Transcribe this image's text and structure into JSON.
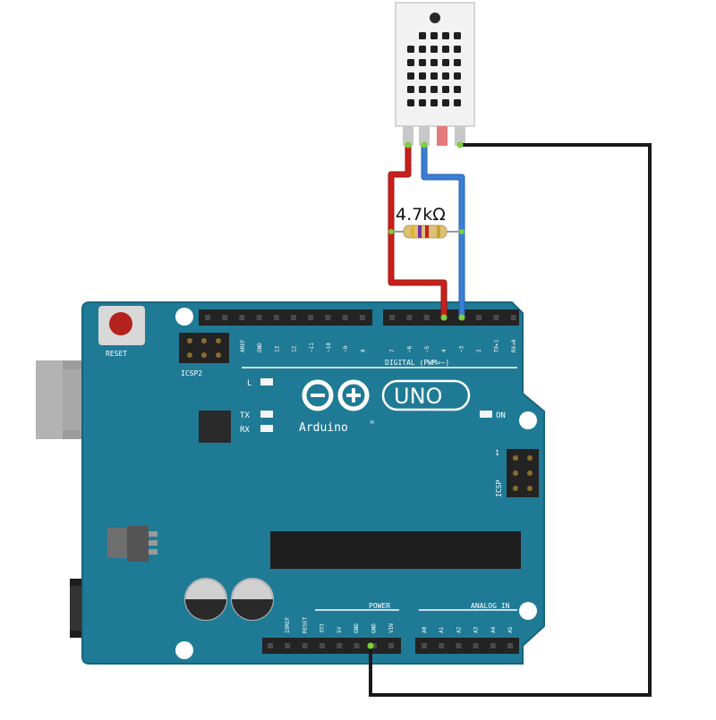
{
  "resistor": {
    "label": "4.7kΩ"
  },
  "board": {
    "reset_label": "RESET",
    "icsp2_label": "ICSP2",
    "icsp_label": "ICSP",
    "icsp_pin1": "1",
    "led_l": "L",
    "led_tx": "TX",
    "led_rx": "RX",
    "on_label": "ON",
    "brand": "Arduino",
    "trademark": "TM",
    "model": "UNO",
    "digital_label": "DIGITAL (PWM=~)",
    "power_label": "POWER",
    "analog_label": "ANALOG IN",
    "top_header_left_pins": [
      "AREF",
      "GND",
      "13",
      "12",
      "~11",
      "~10",
      "~9",
      "8"
    ],
    "top_header_right_pins": [
      "7",
      "~6",
      "~5",
      "4",
      "~3",
      "2",
      "TX▸1",
      "RX◂0"
    ],
    "power_pins": [
      "IOREF",
      "RESET",
      "3V3",
      "5V",
      "GND",
      "GND",
      "VIN"
    ],
    "analog_pins": [
      "A0",
      "A1",
      "A2",
      "A3",
      "A4",
      "A5"
    ]
  },
  "colors": {
    "board": "#1f7a96",
    "board_edge": "#17657d",
    "header": "#232323",
    "wire_red": "#c8201c",
    "wire_blue": "#3a7fd5",
    "wire_black": "#1a1a1a",
    "sensor": "#f2f2f2"
  }
}
